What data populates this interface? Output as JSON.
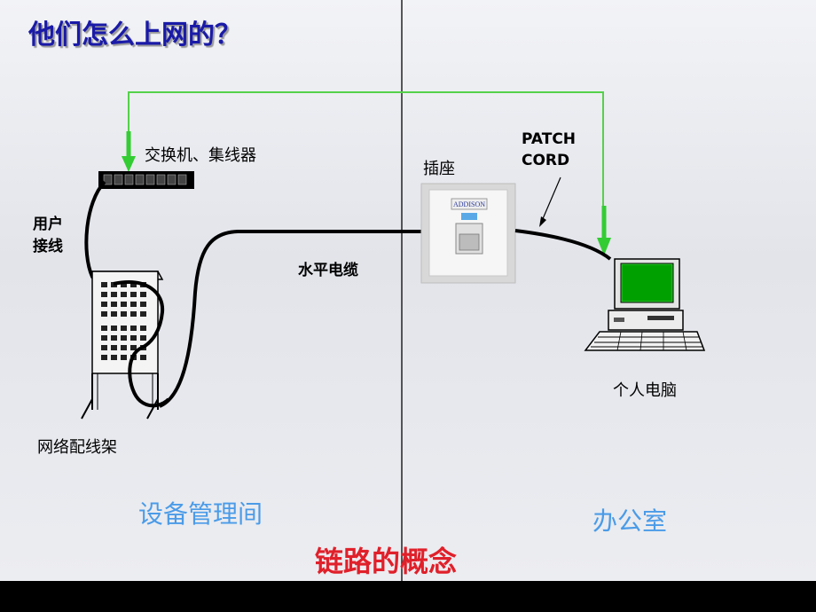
{
  "title": "他们怎么上网的？",
  "labels": {
    "switch_hub": "交换机、集线器",
    "user_wiring_line1": "用户",
    "user_wiring_line2": "接线",
    "patch_panel": "网络配线架",
    "horizontal_cable": "水平电缆",
    "socket": "插座",
    "patch_cord_line1": "PATCH",
    "patch_cord_line2": "CORD",
    "pc": "个人电脑",
    "outlet_brand": "ADDISON"
  },
  "rooms": {
    "equipment_room": "设备管理间",
    "office": "办公室"
  },
  "bottom_title": "链路的概念",
  "colors": {
    "title": "#1a1aa8",
    "room_label": "#4a9be8",
    "bottom_title": "#e0202a",
    "signal_path": "#33cc33",
    "screen": "#00a000"
  }
}
